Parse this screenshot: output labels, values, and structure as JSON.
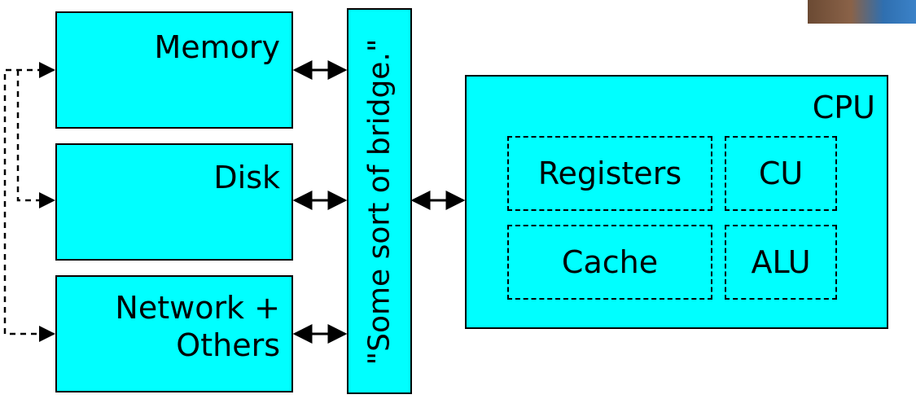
{
  "colors": {
    "box_fill": "#00ffff",
    "stroke": "#000000",
    "background": "#ffffff"
  },
  "devices": {
    "memory": {
      "label": "Memory"
    },
    "disk": {
      "label": "Disk"
    },
    "network": {
      "label_line1": "Network +",
      "label_line2": "Others"
    }
  },
  "bridge": {
    "label": "\"Some sort of bridge.\""
  },
  "cpu": {
    "label": "CPU",
    "components": {
      "registers": "Registers",
      "cu": "CU",
      "cache": "Cache",
      "alu": "ALU"
    }
  }
}
